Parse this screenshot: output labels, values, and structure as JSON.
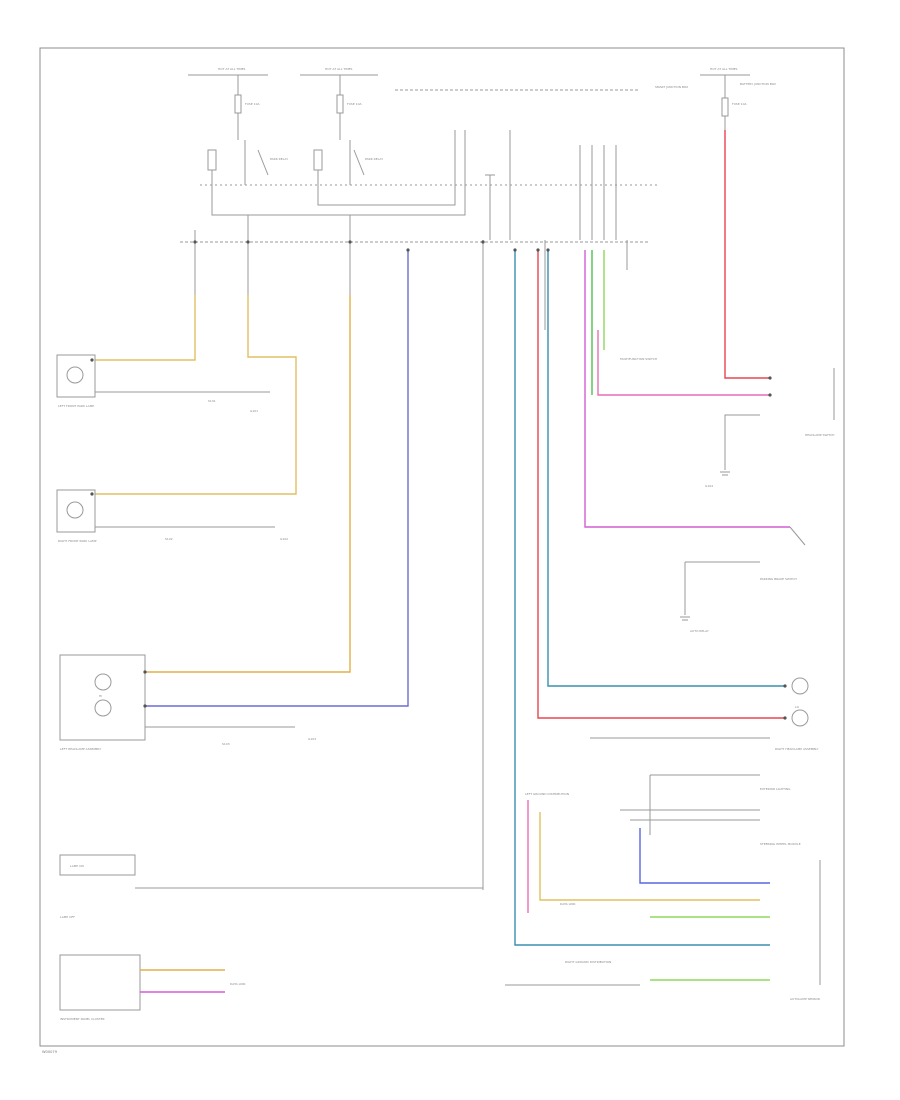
{
  "page": {
    "id_label": "W00079"
  },
  "labels": {
    "hot_at_all_times_1": "HOT AT ALL TIMES",
    "hot_at_all_times_2": "HOT AT ALL TIMES",
    "hot_at_all_times_3": "HOT AT ALL TIMES",
    "battery_junction_box": "BATTERY JUNCTION BOX",
    "smart_junction_box": "SMART JUNCTION BOX",
    "left_park_relay": "PARK RELAY",
    "right_park_relay": "PARK RELAY",
    "fuse_1": "FUSE 10A",
    "fuse_2": "FUSE 10A",
    "fuse_3": "FUSE 10A",
    "left_front_park_lamp": "LEFT FRONT PARK LAMP",
    "right_front_park_lamp": "RIGHT FRONT PARK LAMP",
    "left_headlamp_assembly": "LEFT HEADLAMP ASSEMBLY",
    "right_headlamp_assembly": "RIGHT HEADLAMP ASSEMBLY",
    "headlamp_switch": "HEADLAMP SWITCH",
    "parking_brake_switch": "PARKING BRAKE SWITCH",
    "multifunction_switch": "MULTIFUNCTION SWITCH",
    "steering_wheel_module": "STEERING WHEEL MODULE",
    "instrument_panel_cluster": "INSTRUMENT PANEL CLUSTER",
    "autolamp_sensor": "AUTOLAMP SENSOR",
    "ground_1": "G101",
    "ground_2": "G102",
    "ground_3": "G103",
    "ground_4": "G104",
    "data_link": "DATA LINK",
    "splice_1": "S101",
    "splice_2": "S102",
    "splice_3": "S103",
    "left_ground_dist": "LEFT GROUND DISTRIBUTION",
    "right_ground_dist": "RIGHT GROUND DISTRIBUTION",
    "auto_relay": "AUTO RELAY",
    "exterior_lighting": "EXTERIOR LIGHTING",
    "lamp_on": "LAMP ON",
    "lamp_off": "LAMP OFF",
    "hi_beam": "HI",
    "lo_beam": "LO"
  },
  "wire_colors": {
    "yellow": "#e0c060",
    "orange": "#e0b04a",
    "violet": "#6b6bd6",
    "red": "#e8454f",
    "pink": "#e66fb6",
    "green": "#4fbf4f",
    "teal": "#3a8fb0",
    "blue": "#5a66e0",
    "magenta": "#d35fd3",
    "light_green": "#8fd85a",
    "gray": "#9a9a9a"
  },
  "icons": {
    "ground": "ground-icon",
    "lamp": "lamp-icon",
    "switch": "switch-icon",
    "connector": "connector-icon"
  }
}
